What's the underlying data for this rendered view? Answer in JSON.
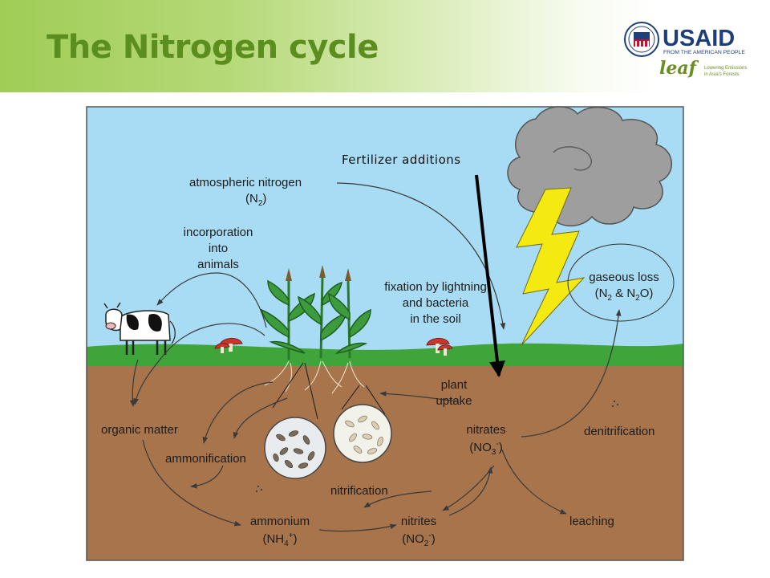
{
  "slide": {
    "title": "The Nitrogen cycle"
  },
  "logo": {
    "brand": "USAID",
    "tagline": "FROM THE AMERICAN PEOPLE",
    "partner": "leaf",
    "partner_tagline_1": "Lowering Emissions",
    "partner_tagline_2": "in Asia's Forests"
  },
  "diagram": {
    "annotation": "Fertilizer additions",
    "labels": {
      "atmospheric_nitrogen": {
        "line1": "atmospheric nitrogen",
        "line2": "(N",
        "sub": "2",
        "line2_end": ")"
      },
      "incorporation": {
        "line1": "incorporation",
        "line2": "into",
        "line3": "animals"
      },
      "fixation": {
        "line1": "fixation by lightning",
        "line2": "and bacteria",
        "line3": "in the soil"
      },
      "gaseous_loss": {
        "line1": "gaseous loss",
        "line2": "(N",
        "sub1": "2",
        "mid": " & N",
        "sub2": "2",
        "line2_end": "O)"
      },
      "plant_uptake": {
        "line1": "plant",
        "line2": "uptake"
      },
      "organic_matter": "organic matter",
      "ammonification": "ammonification",
      "nitrates": {
        "line1": "nitrates",
        "line2": "(NO",
        "sub": "3",
        "sup": "-",
        "line2_end": ")"
      },
      "denitrification": "denitrification",
      "nitrification": "nitrification",
      "ammonium": {
        "line1": "ammonium",
        "line2": "(NH",
        "sub": "4",
        "sup": "+",
        "line2_end": ")"
      },
      "nitrites": {
        "line1": "nitrites",
        "line2": "(NO",
        "sub": "2",
        "sup": "-",
        "line2_end": ")"
      },
      "leaching": "leaching"
    },
    "colors": {
      "sky": "#a7dcf4",
      "grass": "#3fa53a",
      "soil": "#a7744b",
      "cloud": "#9e9e9e",
      "lightning": "#f4ea12"
    }
  }
}
